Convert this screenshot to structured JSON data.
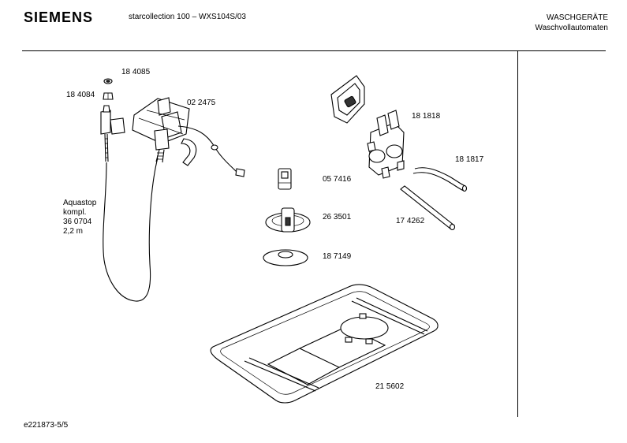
{
  "header": {
    "brand": "SIEMENS",
    "model": "starcollection 100 – WXS104S/03",
    "category_line1": "WASCHGERÄTE",
    "category_line2": "Waschvollautomaten"
  },
  "parts": [
    {
      "number": "18 4085"
    },
    {
      "number": "18 4084"
    },
    {
      "number": "02 2475"
    },
    {
      "number": "18 1818"
    },
    {
      "number": "18 1817"
    },
    {
      "number": "05 7416"
    },
    {
      "number": "26 3501"
    },
    {
      "number": "17 4262"
    },
    {
      "number": "18 7149"
    },
    {
      "number": "21 5602"
    }
  ],
  "aquastop_note": {
    "line1": "Aquastop",
    "line2": "kompl.",
    "line3": "36 0704",
    "line4": "2,2 m"
  },
  "footer": {
    "doc_id": "e221873-5/5"
  }
}
